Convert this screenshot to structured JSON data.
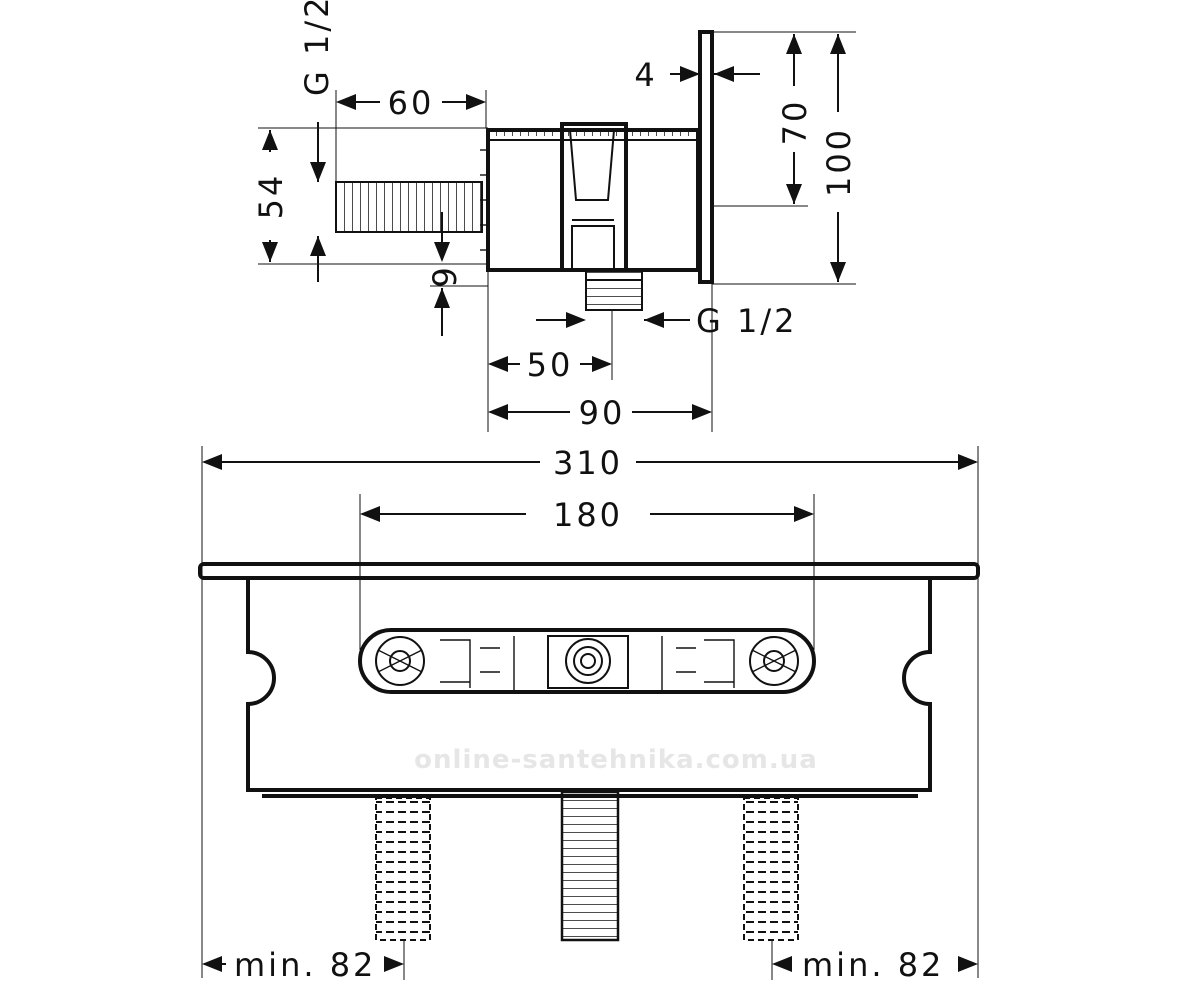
{
  "side_view": {
    "dim_inlet_thread": "G 1/2",
    "dim_inlet_length": "60",
    "dim_height": "54",
    "dim_gap": "9",
    "dim_plate_thickness": "4",
    "dim_plate_offset": "70",
    "dim_plate_height": "100",
    "dim_outlet_thread": "G 1/2",
    "dim_outlet_offset": "50",
    "dim_depth": "90"
  },
  "front_view": {
    "dim_total_width": "310",
    "dim_center_distance": "180",
    "dim_min_left": "min. 82",
    "dim_min_right": "min. 82"
  },
  "watermark": "online-santehnika.com.ua"
}
